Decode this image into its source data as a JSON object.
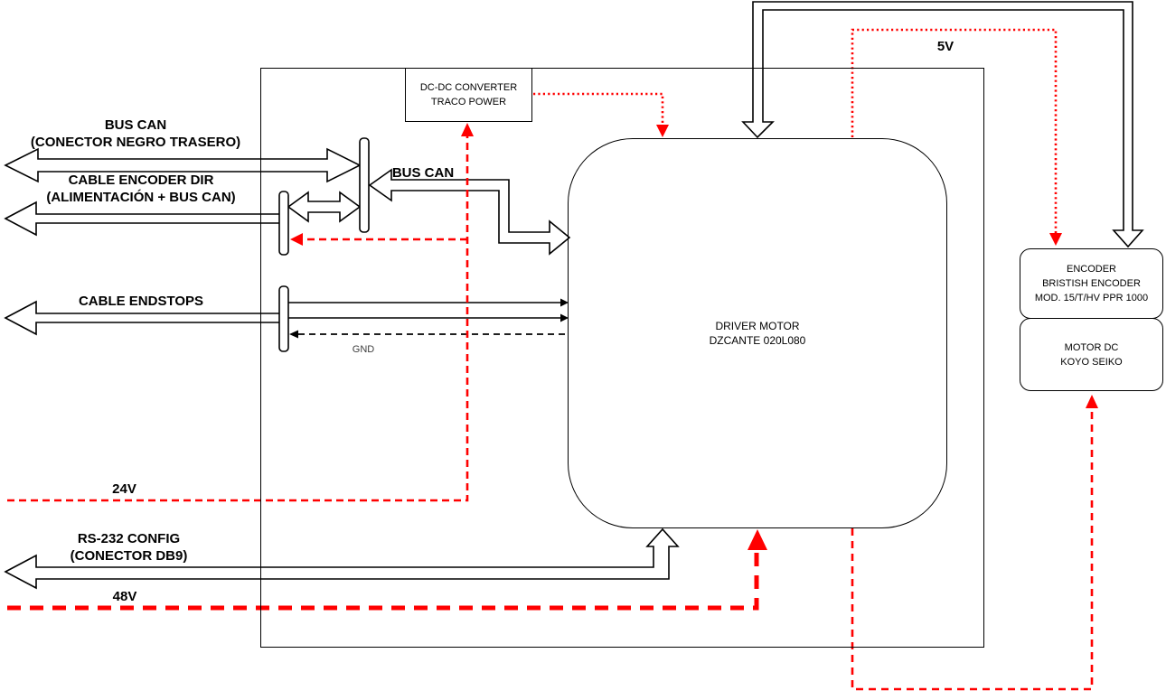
{
  "diagram_type": "motor-driver-wiring-block-diagram",
  "colors": {
    "line_black": "#000000",
    "power_red": "#ff0000",
    "background": "#ffffff"
  },
  "nodes": {
    "enclosure": {
      "label": ""
    },
    "dcdc": {
      "label": "DC-DC CONVERTER\nTRACO POWER"
    },
    "driver": {
      "label": "DRIVER MOTOR\nDZCANTE 020L080"
    },
    "encoder": {
      "label": "ENCODER\nBRISTISH ENCODER\nMOD. 15/T/HV PPR 1000"
    },
    "motor": {
      "label": "MOTOR DC\nKOYO SEIKO"
    }
  },
  "labels": {
    "bus_can_rear": "BUS CAN\n(CONECTOR NEGRO TRASERO)",
    "cable_encoder_dir": "CABLE ENCODER DIR\n(ALIMENTACIÓN + BUS CAN)",
    "cable_endstops": "CABLE ENDSTOPS",
    "bus_can": "BUS CAN",
    "gnd": "GND",
    "v24": "24V",
    "rs232": "RS-232 CONFIG\n(CONECTOR DB9)",
    "v48": "48V",
    "v5": "5V"
  },
  "connections": [
    {
      "label": "BUS CAN (CONECTOR NEGRO TRASERO)",
      "from": "external-left",
      "to": "bus-can-connector",
      "style": "hollow-double-arrow",
      "color": "black"
    },
    {
      "label": "CABLE ENCODER DIR (ALIMENTACIÓN + BUS CAN)",
      "from": "encoder-dir-connector",
      "to": "external-left",
      "style": "hollow-arrow",
      "color": "black"
    },
    {
      "label": "",
      "from": "encoder-dir-connector",
      "to": "bus-can-connector",
      "style": "hollow-double-arrow",
      "color": "black"
    },
    {
      "label": "BUS CAN",
      "from": "driver",
      "to": "bus-can-connector",
      "style": "hollow-double-arrow",
      "color": "black"
    },
    {
      "label": "CABLE ENDSTOPS",
      "from": "endstops-connector",
      "to": "external-left",
      "style": "hollow-arrow",
      "color": "black"
    },
    {
      "label": "",
      "from": "endstops-connector",
      "to": "driver",
      "style": "thin-arrows-x2",
      "color": "black"
    },
    {
      "label": "GND",
      "from": "driver",
      "to": "endstops-connector",
      "style": "dashed-arrow",
      "color": "black"
    },
    {
      "label": "RS-232 CONFIG (CONECTOR DB9)",
      "from": "external-left",
      "to": "driver-bottom",
      "style": "hollow-arrow",
      "color": "black"
    },
    {
      "label": "24V",
      "from": "external-left",
      "to": "dcdc + encoder-dir-connector",
      "style": "thin-dashed-arrow",
      "color": "red"
    },
    {
      "label": "48V",
      "from": "external-left",
      "to": "driver-bottom",
      "style": "thick-dashed-arrow",
      "color": "red"
    },
    {
      "label": "5V",
      "from": "driver-top",
      "to": "encoder",
      "style": "dotted-arrow",
      "color": "red"
    },
    {
      "label": "",
      "from": "dcdc",
      "to": "driver-top",
      "style": "dotted-arrow",
      "color": "red"
    },
    {
      "label": "",
      "from": "driver-bottom",
      "to": "motor",
      "style": "thin-dashed-arrow",
      "color": "red"
    },
    {
      "label": "",
      "from": "driver-top",
      "to": "encoder",
      "style": "hollow-tube-double-arrow",
      "color": "black"
    }
  ]
}
